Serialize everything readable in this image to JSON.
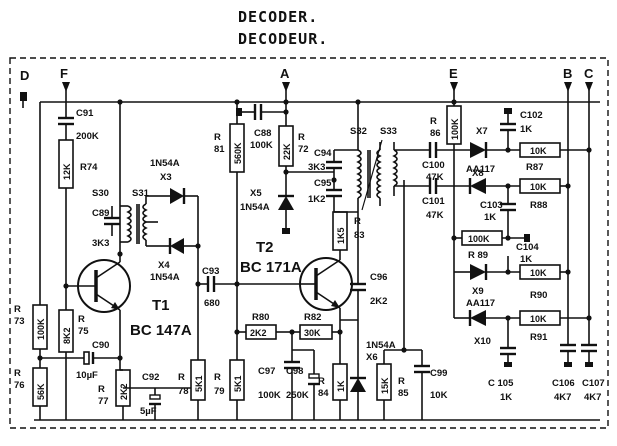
{
  "header": {
    "title_en": "DECODER.",
    "title_fr": "DECODEUR."
  },
  "terminals": {
    "D": "D",
    "F": "F",
    "A": "A",
    "E": "E",
    "B": "B",
    "C": "C"
  },
  "transistors": {
    "t1": {
      "ref": "T1",
      "type": "BC 147A"
    },
    "t2": {
      "ref": "T2",
      "type": "BC 171A"
    }
  },
  "resistors": {
    "r73": {
      "ref": "R\n73",
      "val": "100K"
    },
    "r74": {
      "ref": "R74",
      "val": "12K"
    },
    "r75": {
      "ref": "R\n75",
      "val": "8K2"
    },
    "r76": {
      "ref": "R\n76",
      "val": "56K"
    },
    "r77": {
      "ref": "R\n77",
      "val": "2K2"
    },
    "r78": {
      "ref": "R\n78",
      "val": "5K1"
    },
    "r79": {
      "ref": "R\n79",
      "val": "5K1"
    },
    "r80": {
      "ref": "R80",
      "val": "2K2"
    },
    "r81": {
      "ref": "R\n81",
      "val": "560K"
    },
    "r82": {
      "ref": "R82",
      "val": "30K"
    },
    "r83": {
      "ref": "R\n83",
      "val": "1K5"
    },
    "r84": {
      "ref": "R\n84",
      "val": "1K"
    },
    "r85": {
      "ref": "R\n85",
      "val": "15K"
    },
    "r86": {
      "ref": "R\n86",
      "val": "100K"
    },
    "r72": {
      "ref": "R\n72",
      "val": "22K"
    },
    "r87": {
      "ref": "R87",
      "val": "10K"
    },
    "r88": {
      "ref": "R88",
      "val": "10K"
    },
    "r89": {
      "ref": "R 89",
      "val": "100K"
    },
    "r90": {
      "ref": "R90",
      "val": "10K"
    },
    "r91": {
      "ref": "R91",
      "val": "10K"
    }
  },
  "capacitors": {
    "c91": {
      "ref": "C91",
      "val": "200K"
    },
    "c89": {
      "ref": "C89",
      "val": "3K3"
    },
    "c90": {
      "ref": "C90",
      "val": "10µF"
    },
    "c92": {
      "ref": "C92",
      "val": "5µF"
    },
    "c93": {
      "ref": "C93",
      "val": "680"
    },
    "c88": {
      "ref": "C88",
      "val": "100K"
    },
    "c94": {
      "ref": "C94",
      "val": "3K3"
    },
    "c95": {
      "ref": "C95",
      "val": "1K2"
    },
    "c96": {
      "ref": "C96",
      "val": "2K2"
    },
    "c97": {
      "ref": "C97",
      "val": "100K"
    },
    "c98": {
      "ref": "C98",
      "val": "250K"
    },
    "c99": {
      "ref": "C99",
      "val": "10K"
    },
    "c100": {
      "ref": "C100",
      "val": "47K"
    },
    "c101": {
      "ref": "C101",
      "val": "47K"
    },
    "c102": {
      "ref": "C102",
      "val": "1K"
    },
    "c103": {
      "ref": "C103",
      "val": "1K"
    },
    "c104": {
      "ref": "C104",
      "val": "1K"
    },
    "c105": {
      "ref": "C 105",
      "val": "1K"
    },
    "c106": {
      "ref": "C106",
      "val": "4K7"
    },
    "c107": {
      "ref": "C107",
      "val": "4K7"
    }
  },
  "diodes": {
    "x3": {
      "ref": "X3",
      "type": "1N54A"
    },
    "x4": {
      "ref": "X4",
      "type": "1N54A"
    },
    "x5": {
      "ref": "X5",
      "type": "1N54A"
    },
    "x6": {
      "ref": "X6",
      "type": "1N54A"
    },
    "x7": {
      "ref": "X7",
      "type": "AA117"
    },
    "x8": {
      "ref": "X8",
      "type": ""
    },
    "x9": {
      "ref": "X9",
      "type": "AA117"
    },
    "x10": {
      "ref": "X10",
      "type": ""
    }
  },
  "transformers": {
    "s30": "S30",
    "s31": "S31",
    "s32": "S32",
    "s33": "S33"
  }
}
